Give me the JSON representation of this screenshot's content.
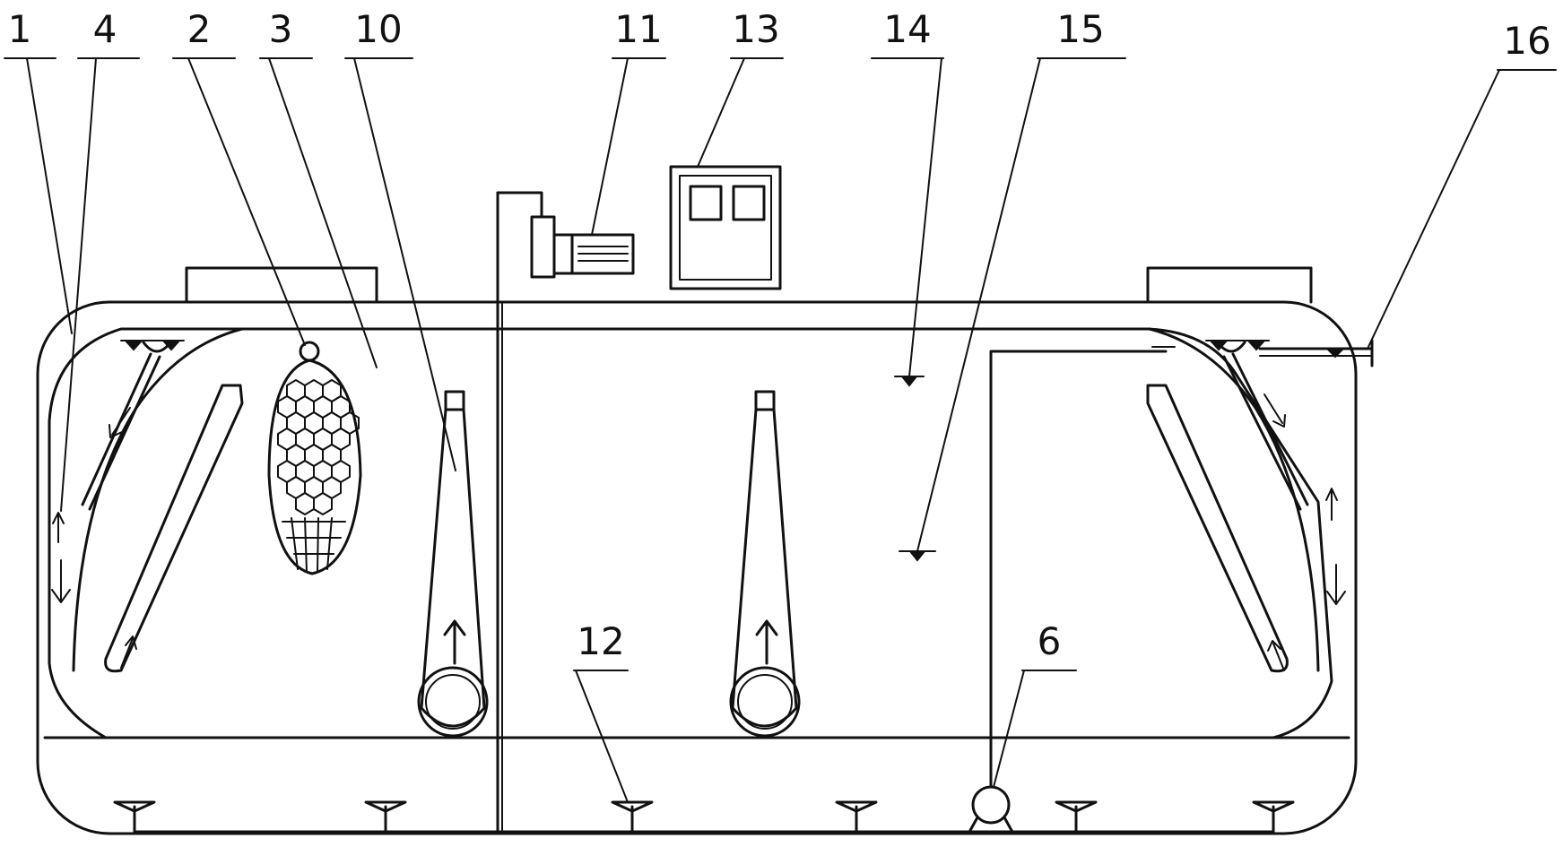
{
  "labels": {
    "n1": "1",
    "n2": "2",
    "n3": "3",
    "n4": "4",
    "n6": "6",
    "n10": "10",
    "n11": "11",
    "n12": "12",
    "n13": "13",
    "n14": "14",
    "n15": "15",
    "n16": "16"
  },
  "colors": {
    "line": "#111111",
    "background": "#ffffff"
  }
}
